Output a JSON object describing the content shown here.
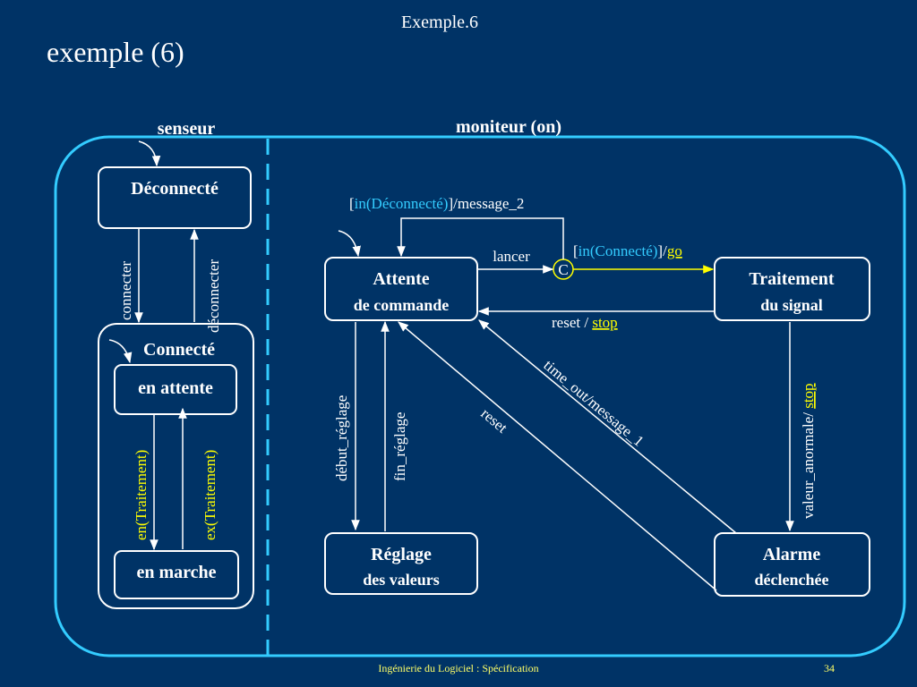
{
  "header": {
    "top_title": "Exemple.6",
    "slide_title": "exemple (6)"
  },
  "footer": {
    "text": "Ingénierie du Logiciel : Spécification",
    "page": "34"
  },
  "colors": {
    "background": "#003366",
    "border": "#33ccff",
    "highlight": "#ffff00",
    "condition": "#33ccff",
    "text": "#ffffff"
  },
  "regions": {
    "senseur": "senseur",
    "moniteur": "moniteur (on)"
  },
  "states": {
    "deconnecte": "Déconnecté",
    "connecte": "Connecté",
    "en_attente": "en attente",
    "en_marche": "en marche",
    "attente_l1": "Attente",
    "attente_l2": "de commande",
    "traitement_l1": "Traitement",
    "traitement_l2": "du signal",
    "reglage_l1": "Réglage",
    "reglage_l2": "des valeurs",
    "alarme_l1": "Alarme",
    "alarme_l2": "déclenchée",
    "choice": "C"
  },
  "transitions": {
    "connecter": "connecter",
    "deconnecter": "déconnecter",
    "en_traitement": "en(Traitement)",
    "ex_traitement": "ex(Traitement)",
    "msg2_open": "[",
    "msg2_guard": "in(Déconnecté)",
    "msg2_rest": "]/message_2",
    "lancer": "lancer",
    "go_open": "[",
    "go_guard": "in(Connecté)",
    "go_mid": "]/",
    "go_action": "go",
    "reset_stop_pre": "reset / ",
    "reset_stop_action": "stop",
    "debut_reglage": "début_réglage",
    "fin_reglage": "fin_réglage",
    "reset": "reset",
    "timeout": "time_out/message_1",
    "valeur_pre": "valeur_anormale/ ",
    "valeur_action": "stop"
  }
}
